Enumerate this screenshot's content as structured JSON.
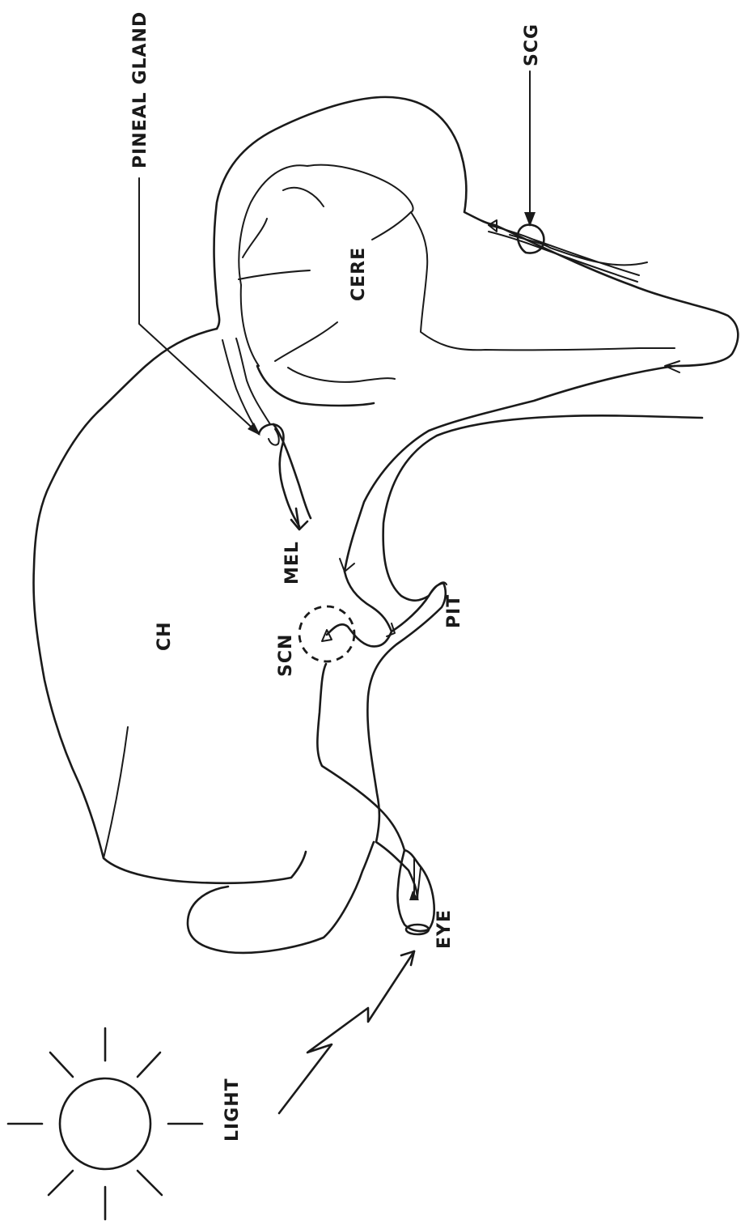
{
  "labels": {
    "pineal_gland": "PINEAL GLAND",
    "scg": "SCG",
    "cere": "CERE",
    "ch": "CH",
    "mel": "MEL",
    "scn": "SCN",
    "pit": "PIT",
    "eye": "EYE",
    "light": "LIGHT"
  }
}
